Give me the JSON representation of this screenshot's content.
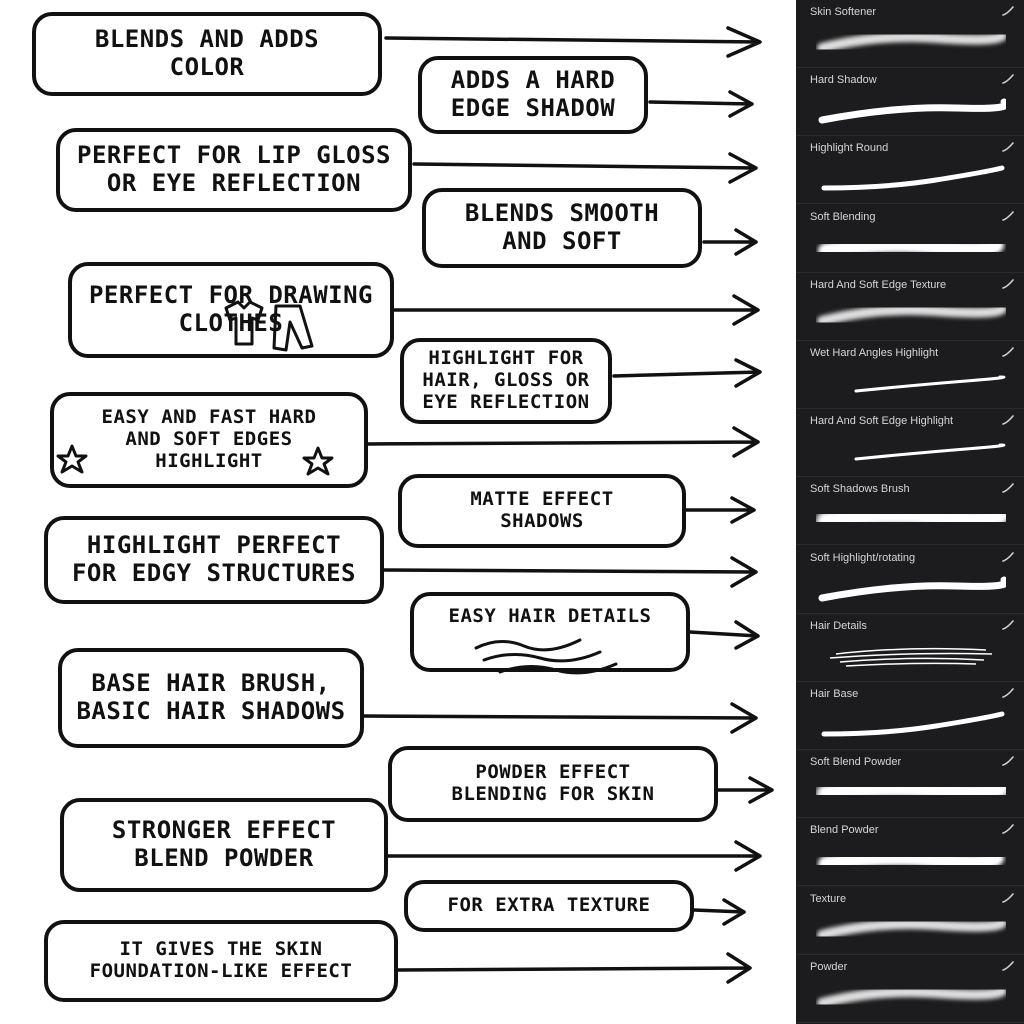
{
  "notes": [
    {
      "text": "BLENDS AND ADDS\nCOLOR"
    },
    {
      "text": "ADDS A HARD\nEDGE SHADOW"
    },
    {
      "text": "PERFECT FOR LIP GLOSS\nOR EYE REFLECTION"
    },
    {
      "text": "BLENDS SMOOTH\nAND SOFT"
    },
    {
      "text": "PERFECT FOR DRAWING\nCLOTHES"
    },
    {
      "text": "HIGHLIGHT FOR\nHAIR, GLOSS OR\nEYE REFLECTION"
    },
    {
      "text": "EASY AND FAST HARD\nAND SOFT EDGES\nHIGHLIGHT"
    },
    {
      "text": "MATTE EFFECT\nSHADOWS"
    },
    {
      "text": "HIGHLIGHT PERFECT\nFOR EDGY STRUCTURES"
    },
    {
      "text": "EASY HAIR DETAILS"
    },
    {
      "text": "BASE HAIR BRUSH,\nBASIC HAIR SHADOWS"
    },
    {
      "text": "POWDER EFFECT\nBLENDING FOR SKIN"
    },
    {
      "text": "STRONGER EFFECT\nBLEND POWDER"
    },
    {
      "text": "FOR EXTRA TEXTURE"
    },
    {
      "text": "IT GIVES THE SKIN\nFOUNDATION-LIKE EFFECT"
    }
  ],
  "brushes": [
    {
      "name": "Skin Softener",
      "stroke": "soft"
    },
    {
      "name": "Hard Shadow",
      "stroke": "hard"
    },
    {
      "name": "Highlight Round",
      "stroke": "taper"
    },
    {
      "name": "Soft Blending",
      "stroke": "thick-soft"
    },
    {
      "name": "Hard And Soft Edge Texture",
      "stroke": "soft"
    },
    {
      "name": "Wet Hard Angles Highlight",
      "stroke": "thin"
    },
    {
      "name": "Hard And Soft Edge Highlight",
      "stroke": "thin"
    },
    {
      "name": "Soft Shadows Brush",
      "stroke": "cloud"
    },
    {
      "name": "Soft Highlight/rotating",
      "stroke": "hard"
    },
    {
      "name": "Hair Details",
      "stroke": "hair"
    },
    {
      "name": "Hair Base",
      "stroke": "taper"
    },
    {
      "name": "Soft Blend Powder",
      "stroke": "cloud"
    },
    {
      "name": "Blend Powder",
      "stroke": "thick-soft"
    },
    {
      "name": "Texture",
      "stroke": "soft"
    },
    {
      "name": "Powder",
      "stroke": "soft"
    }
  ],
  "colors": {
    "ink": "#111111",
    "panel_bg": "#1c1c1e",
    "brush_label": "#d6d6d8",
    "stroke": "#ffffff"
  }
}
